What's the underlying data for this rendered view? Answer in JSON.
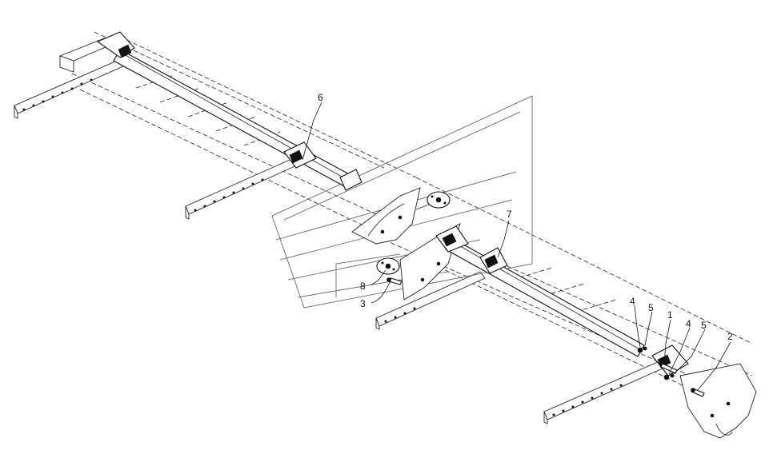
{
  "callouts": [
    {
      "id": "1",
      "label": "1"
    },
    {
      "id": "2",
      "label": "2"
    },
    {
      "id": "3",
      "label": "3"
    },
    {
      "id": "4a",
      "label": "4"
    },
    {
      "id": "4b",
      "label": "4"
    },
    {
      "id": "5a",
      "label": "5"
    },
    {
      "id": "5b",
      "label": "5"
    },
    {
      "id": "6",
      "label": "6"
    },
    {
      "id": "7",
      "label": "7"
    },
    {
      "id": "8",
      "label": "8"
    }
  ],
  "colors": {
    "line": "#222222",
    "background": "#ffffff",
    "watermark": "#555555"
  }
}
